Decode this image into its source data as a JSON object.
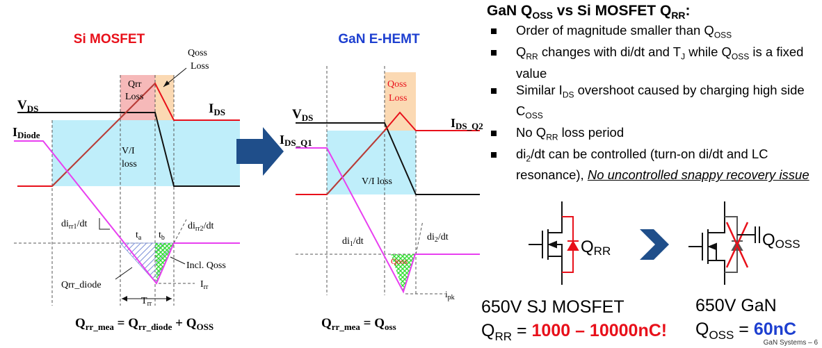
{
  "left_diagram": {
    "title": "Si MOSFET",
    "title_color": "#e8101a",
    "qoss_loss_label": [
      "Qoss",
      "Loss"
    ],
    "qrr_loss_label": [
      "Qrr",
      "Loss"
    ],
    "vds_label": "V",
    "vds_sub": "DS",
    "ids_label": "I",
    "ids_sub": "DS",
    "idiode_label": "I",
    "idiode_sub": "Diode",
    "vi_loss_label": [
      "V/I",
      "loss"
    ],
    "dirr1_label": "di",
    "dirr1_sub": "rr1",
    "dirr1_tail": "/dt",
    "dirr2_label": "di",
    "dirr2_sub": "rr2",
    "dirr2_tail": "/dt",
    "ta_label": "t",
    "ta_sub": "a",
    "tb_label": "t",
    "tb_sub": "b",
    "incl_qoss_label": "Incl. Qoss",
    "qrr_diode_label": "Qrr_diode",
    "irr_label": "I",
    "irr_sub": "rr",
    "trr_label": "T",
    "trr_sub": "rr",
    "equation": {
      "q1": "Q",
      "q1_sub": "rr_mea",
      "eq": " = ",
      "q2": "Q",
      "q2_sub": "rr_diode",
      "plus": " + ",
      "q3": "Q",
      "q3_sub": "OSS"
    }
  },
  "right_diagram": {
    "title": "GaN E-HEMT",
    "title_color": "#1d3fd0",
    "qoss_loss_label": [
      "Qoss",
      "Loss"
    ],
    "vds_label": "V",
    "vds_sub": "DS",
    "ids_label": "I",
    "ids_sub": "DS_Q2",
    "idsq1_label": "I",
    "idsq1_sub": "DS_Q1",
    "vi_loss_label": "V/I loss",
    "di1_label": "di",
    "di1_sub": "1",
    "di1_tail": "/dt",
    "di2_label": "di",
    "di2_sub": "2",
    "di2_tail": "/dt",
    "qoss_small_label": "Qoss",
    "ipk_label": "i",
    "ipk_sub": "pk",
    "equation": {
      "q1": "Q",
      "q1_sub": "rr_mea",
      "eq": " = ",
      "q2": "Q",
      "q2_sub": "oss"
    }
  },
  "panel": {
    "title_pre": "GaN Q",
    "title_sub1": "OSS",
    "title_mid": " vs Si MOSFET Q",
    "title_sub2": "RR",
    "title_end": ":",
    "bullets": [
      {
        "a": "Order of magnitude smaller than Q",
        "a_sub": "OSS"
      },
      {
        "a": "Q",
        "a_sub": "RR",
        "b": " changes with di/dt and T",
        "b_sub": "J",
        "c": " while Q",
        "c_sub": "OSS",
        "d": " is a fixed value"
      },
      {
        "a": "Similar I",
        "a_sub": "DS",
        "b": " overshoot caused by charging high side C",
        "b_sub": "OSS"
      },
      {
        "a": "No Q",
        "a_sub": "RR",
        "b": " loss period"
      },
      {
        "a": "di",
        "a_sub": "2",
        "b": "/dt can be controlled (turn-on di/dt and LC resonance), ",
        "c": "No uncontrolled snappy recovery issue"
      }
    ]
  },
  "symbols": {
    "qrr_label": "Q",
    "qrr_sub": "RR",
    "qoss_label": "Q",
    "qoss_sub": "OSS"
  },
  "bottom": {
    "si_device": "650V SJ MOSFET",
    "si_q_label": "Q",
    "si_q_sub": "RR",
    "si_q_eq": " = ",
    "si_q_value": "1000 – 10000nC!",
    "gan_device": "650V GaN",
    "gan_q_label": "Q",
    "gan_q_sub": "OSS",
    "gan_q_eq": " = ",
    "gan_q_value": "60nC"
  },
  "footer": "GaN Systems – 6",
  "colors": {
    "vi_fill": "#bfeefa",
    "qrr_fill": "#f6b9b9",
    "qoss_fill": "#fbd9b3",
    "red_line": "#e8101a",
    "brown_line": "#b5403a",
    "magenta_line": "#e83ff0",
    "arrow_blue": "#1f4e8a",
    "hatch_green": "#33dd33",
    "hatch_blue": "#7a8fd8"
  }
}
